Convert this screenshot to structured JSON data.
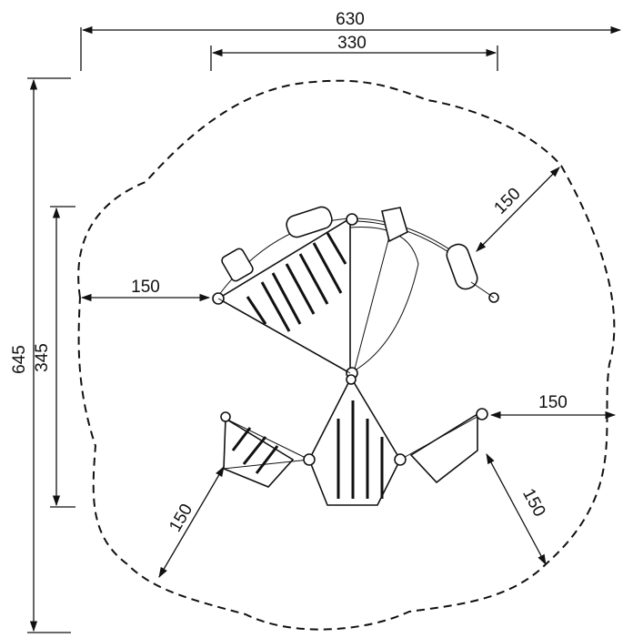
{
  "dimensions": {
    "overall_width": "630",
    "inner_width": "330",
    "overall_height": "645",
    "inner_height": "345",
    "clearance_left": "150",
    "clearance_top_right": "150",
    "clearance_right": "150",
    "clearance_bottom_left": "150",
    "clearance_bottom_right": "150"
  },
  "colors": {
    "line": "#111111",
    "background": "#ffffff"
  }
}
